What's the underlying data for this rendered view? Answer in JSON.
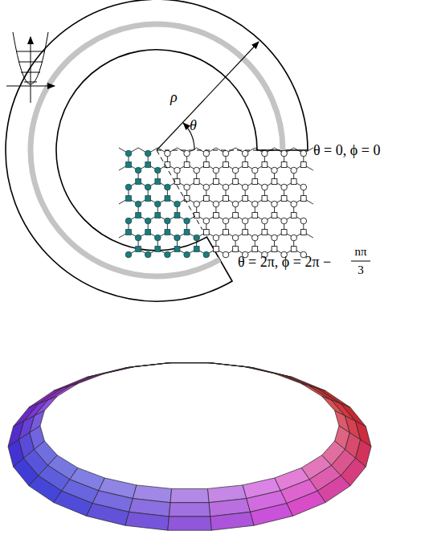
{
  "diagram": {
    "labels": [
      "ρ",
      "θ",
      "θ = 0,  ϕ = 0",
      "θ = 2π,  ϕ = 2π −",
      "nπ",
      "3"
    ]
  }
}
